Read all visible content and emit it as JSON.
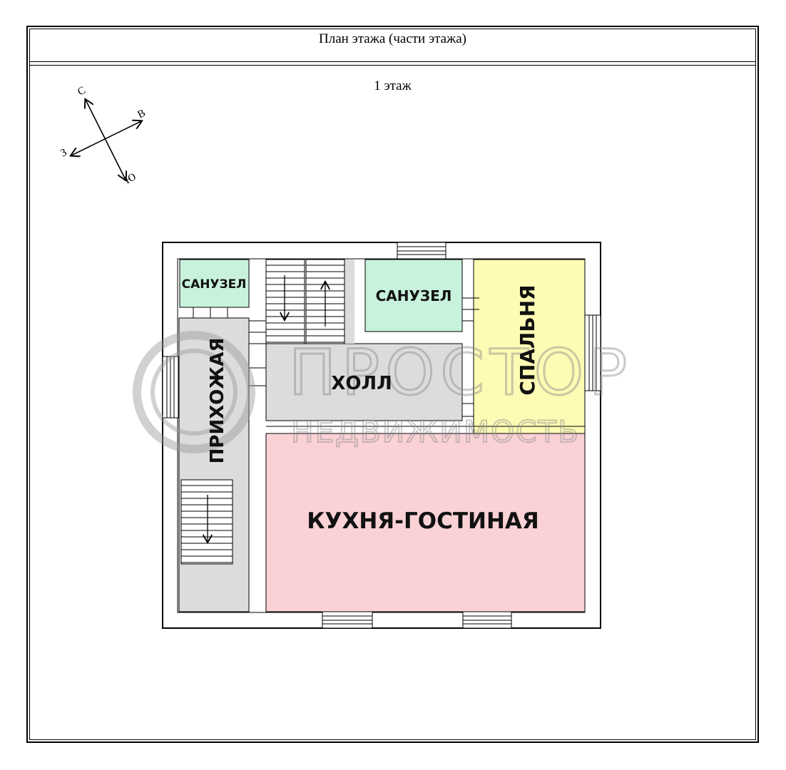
{
  "header": {
    "title": "План этажа (части этажа)"
  },
  "floor_label": "1 этаж",
  "compass": {
    "north": "С",
    "east": "В",
    "south": "Ю",
    "west": "З"
  },
  "rooms": {
    "bathroom_small": "САНУЗЕЛ",
    "bathroom_large": "САНУЗЕЛ",
    "bedroom": "СПАЛЬНЯ",
    "hall": "ХОЛЛ",
    "entrance": "ПРИХОЖАЯ",
    "kitchen_living": "КУХНЯ-ГОСТИНАЯ"
  },
  "watermark": {
    "brand": "ПРОСТОР",
    "subtitle": "НЕДВИЖИМОСТЬ"
  },
  "colors": {
    "bathroom": "#c8f2dc",
    "bedroom": "#fdfbb4",
    "kitchen_living": "#fad2d6",
    "corridor": "#dcdcdc",
    "wall": "#000000",
    "watermark": "#c8c8c8"
  }
}
